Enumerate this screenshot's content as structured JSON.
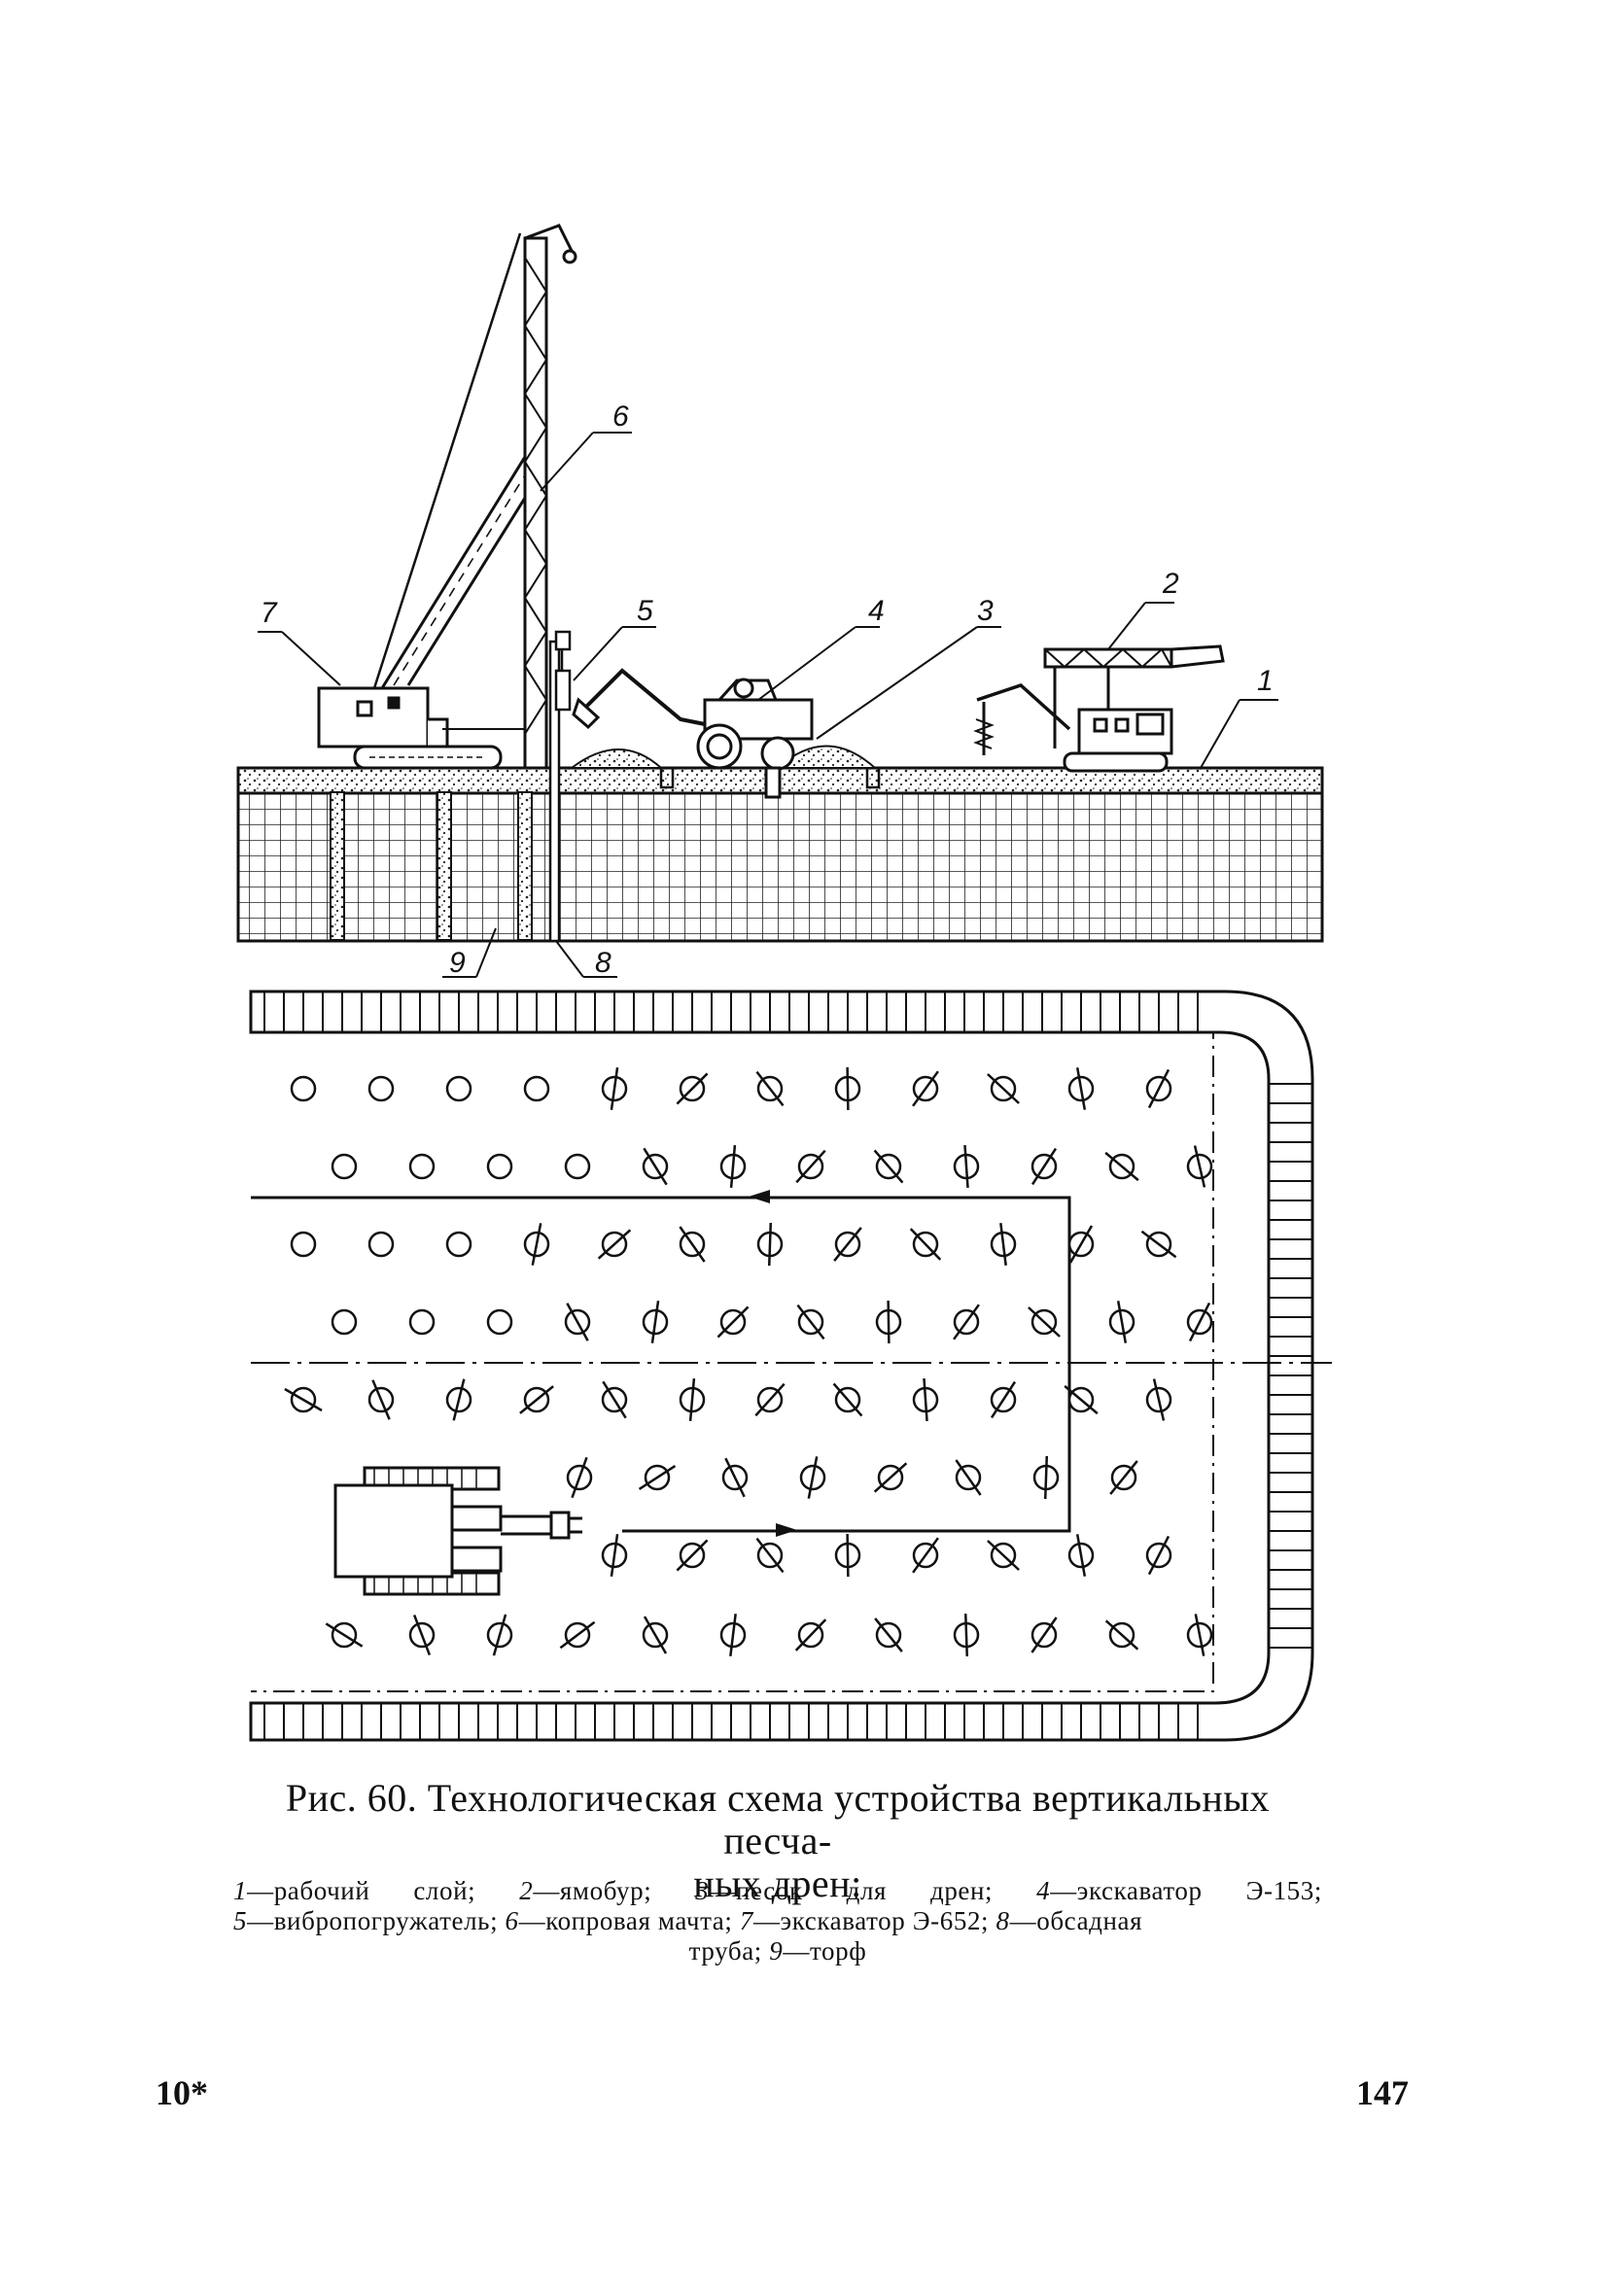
{
  "figure": {
    "callouts": [
      "1",
      "2",
      "3",
      "4",
      "5",
      "6",
      "7",
      "8",
      "9"
    ]
  },
  "caption": {
    "title_line1": "Рис. 60. Технологическая схема устройства вертикальных песча-",
    "title_line2": "ных дрен:",
    "legend": [
      {
        "num": "1",
        "text": "—рабочий слой;"
      },
      {
        "num": "2",
        "text": "—ямобур;"
      },
      {
        "num": "3",
        "text": "—песок для дрен;"
      },
      {
        "num": "4",
        "text": "—экскаватор Э-153;"
      },
      {
        "num": "5",
        "text": "—вибропогружатель;"
      },
      {
        "num": "6",
        "text": "—копровая мачта;"
      },
      {
        "num": "7",
        "text": "—экскаватор Э-652;"
      },
      {
        "num": "8",
        "text": "—обсадная"
      },
      {
        "num": "",
        "text": "труба;"
      },
      {
        "num": "9",
        "text": "—торф"
      }
    ]
  },
  "footer": {
    "signature": "10*",
    "page_number": "147"
  }
}
